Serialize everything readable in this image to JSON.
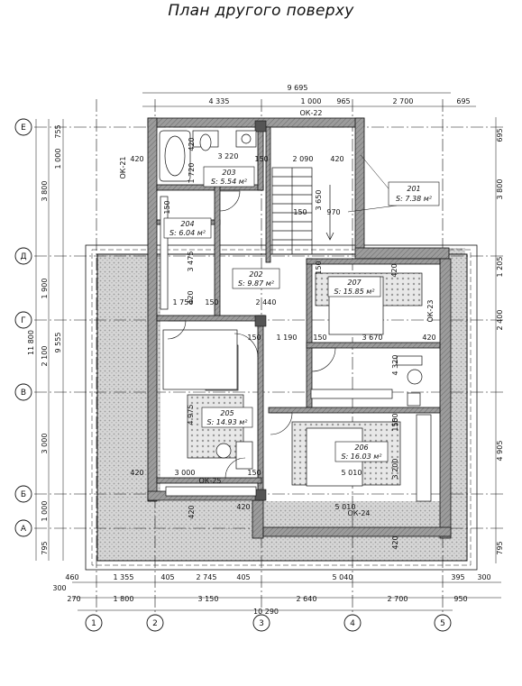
{
  "title": "План другого поверху",
  "colors": {
    "line": "#111111",
    "wall": "#8a8a8a",
    "terrace": "#cfcfcf"
  },
  "axes": {
    "letters": [
      "Е",
      "Д",
      "Г",
      "В",
      "Б",
      "А"
    ],
    "numbers": [
      "1",
      "2",
      "3",
      "4",
      "5"
    ]
  },
  "rooms": [
    {
      "id": "201",
      "area": "S: 7.38 м²"
    },
    {
      "id": "202",
      "area": "S: 9.87 м²"
    },
    {
      "id": "203",
      "area": "S: 5.54 м²"
    },
    {
      "id": "204",
      "area": "S: 6.04 м²"
    },
    {
      "id": "205",
      "area": "S: 14.93 м²"
    },
    {
      "id": "206",
      "area": "S: 16.03 м²"
    },
    {
      "id": "207",
      "area": "S: 15.85 м²"
    }
  ],
  "windows": [
    "ОК-21",
    "ОК-22",
    "ОК-23",
    "ОК-24",
    "ОК-25"
  ],
  "dims": {
    "top": {
      "total": "9 695",
      "row2": [
        "4 335",
        "1 000",
        "965",
        "2 700",
        "695"
      ]
    },
    "bottom": {
      "row1": [
        "460",
        "1 355",
        "405",
        "2 745",
        "405",
        "5 040",
        "395",
        "300",
        "300"
      ],
      "row2": [
        "270",
        "1 800",
        "3 150",
        "2 640",
        "2 700",
        "950"
      ],
      "total": "10 290"
    },
    "left": {
      "row1": [
        "755",
        "1 000",
        "3 800",
        "1 900",
        "2 100",
        "3 000",
        "1 000",
        "795"
      ],
      "axes": "9 555",
      "total": "11 800"
    },
    "right": {
      "row1": [
        "695",
        "3 800",
        "1 205",
        "2 400",
        "4 905",
        "795"
      ]
    },
    "interior": [
      "420",
      "3 220",
      "420",
      "1 720",
      "150",
      "2 090",
      "420",
      "3 650",
      "150",
      "970",
      "3 475",
      "150",
      "420",
      "1 750",
      "150",
      "2 440",
      "420",
      "150",
      "150",
      "1 190",
      "150",
      "3 670",
      "420",
      "4 975",
      "4 320",
      "150",
      "420",
      "3 000",
      "150",
      "5 010",
      "3 200",
      "420",
      "5 010",
      "420",
      "420",
      "150"
    ]
  }
}
